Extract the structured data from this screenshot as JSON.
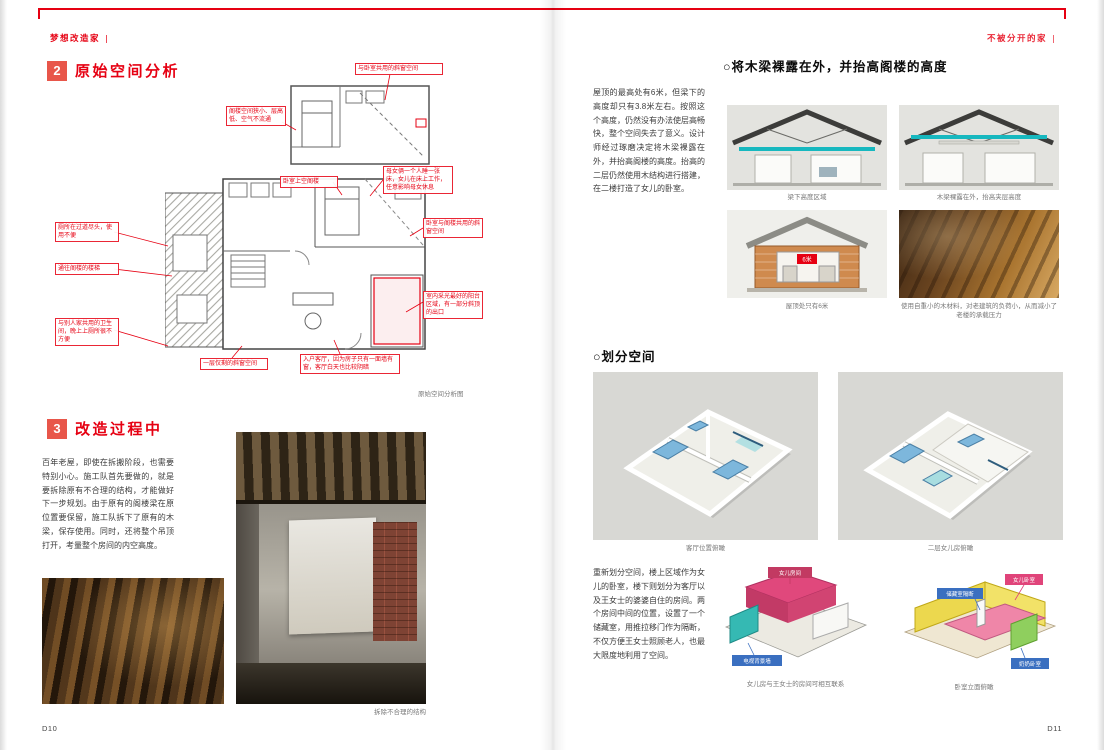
{
  "colors": {
    "accent_red": "#e60012",
    "teal": "#17b8bf",
    "section_square": "#e8564a"
  },
  "left_page": {
    "running_head": "梦想改造家",
    "page_number": "D10",
    "section_analysis": {
      "number": "2",
      "title": "原始空间分析",
      "plan_caption": "原始空间分析图",
      "callouts": [
        "与卧室共用的斜窗空间",
        "阁楼空间狭小、层高低、空气不流通",
        "卧室上空阁楼",
        "母女俩一个人睡一张床，女儿在床上工作，任意影响母女休息",
        "卧室与阁楼共用的斜窗空间",
        "厕所在过道尽头，使用不便",
        "通往阁楼的楼梯",
        "室内采光最好的阳台区域，有一部分斜顶的出口",
        "与别人家共用的卫生间，晚上上厕所很不方便",
        "一层仅剩的斜窗空间",
        "入户客厅，因为房子只有一面墙有窗，客厅白天也比较阴暗"
      ]
    },
    "section_process": {
      "number": "3",
      "title": "改造过程中",
      "paragraph": "百年老屋，即使在拆搬阶段，也需要特别小心。施工队首先要做的，就是要拆除原有不合理的结构，才能做好下一步规划。由于原有的阁楼梁在原位置要保留，施工队拆下了原有的木梁，保存使用。同时，还将整个吊顶打开，考量整个房间的内空高度。",
      "photo_caption": "拆除不合理的结构"
    }
  },
  "right_page": {
    "running_head": "不被分开的家",
    "page_number": "D11",
    "section_beams": {
      "title": "○将木梁裸露在外，并抬高阁楼的高度",
      "paragraph": "屋顶的最高处有6米，但梁下的高度却只有3.8米左右。按照这个高度，仍然没有办法使层高畅快，整个空间失去了意义。设计师经过琢磨决定将木梁裸露在外，并抬高阁楼的高度。抬高的二层仍然使用木结构进行搭建，在二楼打造了女儿的卧室。",
      "figures": [
        {
          "caption": "梁下高度区域"
        },
        {
          "caption": "木梁裸露在外，抬高夹层高度"
        },
        {
          "caption": "屋顶处只有6米",
          "label": "6米"
        },
        {
          "caption": "使用自重小的木材料，对老建筑的负荷小，从而减小了老楼的承载压力"
        }
      ]
    },
    "section_division": {
      "title": "○划分空间",
      "paragraph": "重新划分空间，楼上区域作为女儿的卧室，楼下则划分为客厅以及王女士的婆婆自住的房间。两个房间中间的位置，设置了一个储藏室，用推拉移门作为隔断，不仅方便王女士照顾老人，也最大限度地利用了空间。",
      "renders": [
        {
          "caption": "客厅位置俯瞰"
        },
        {
          "caption": "二层女儿房俯瞰"
        }
      ],
      "diagrams": [
        {
          "caption": "女儿房与王女士的房间可相互联系",
          "labels": [
            "女儿房间",
            "电视背景墙"
          ]
        },
        {
          "caption": "卧室立面俯瞰",
          "labels": [
            "储藏室隔断",
            "女儿卧室",
            "奶奶卧室"
          ]
        }
      ]
    }
  }
}
